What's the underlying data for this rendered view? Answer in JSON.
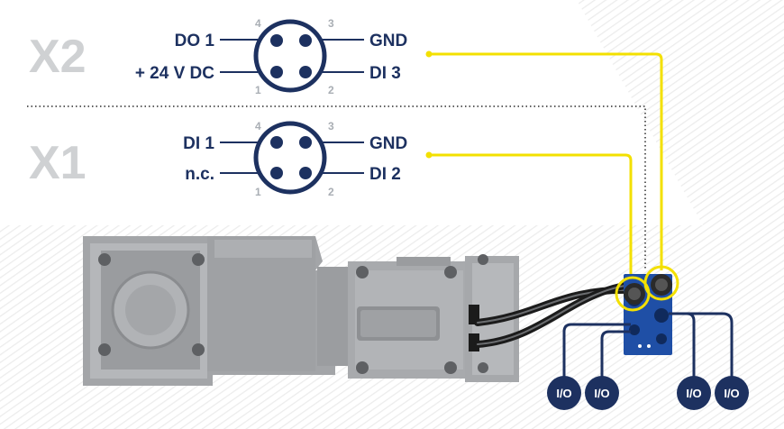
{
  "connectors": {
    "x2": {
      "title": "X2",
      "pins": {
        "p1": "1",
        "p2": "2",
        "p3": "3",
        "p4": "4"
      },
      "left_top": "DO 1",
      "left_bottom": "+ 24 V DC",
      "right_top": "GND",
      "right_bottom": "DI 3"
    },
    "x1": {
      "title": "X1",
      "pins": {
        "p1": "1",
        "p2": "2",
        "p3": "3",
        "p4": "4"
      },
      "left_top": "DI 1",
      "left_bottom": "n.c.",
      "right_top": "GND",
      "right_bottom": "DI 2"
    }
  },
  "io_modules": [
    "I/O",
    "I/O",
    "I/O",
    "I/O"
  ],
  "colors": {
    "navy": "#1d3160",
    "yellow": "#f3e000",
    "motor_gray": "#a3a5a8",
    "module_blue": "#1f4fa6",
    "label_gray": "#cfd1d3"
  }
}
